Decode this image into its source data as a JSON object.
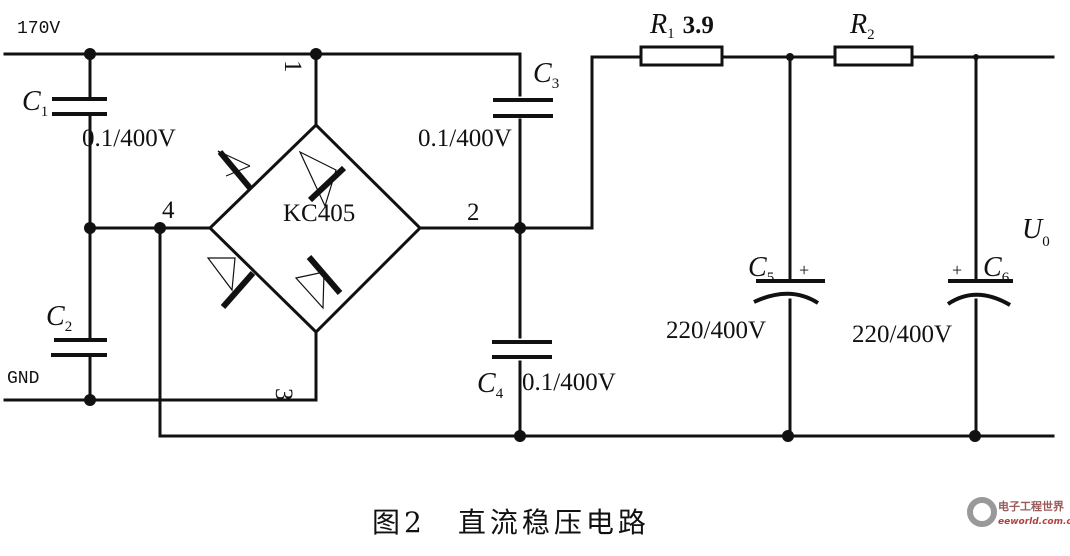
{
  "diagram": {
    "supply_label": "170V",
    "ground_label": "GND",
    "bridge": {
      "name": "KC405",
      "pins": [
        "1",
        "2",
        "3",
        "4"
      ]
    },
    "components": [
      {
        "ref": "C",
        "sub": "1",
        "value": "0.1/400V"
      },
      {
        "ref": "C",
        "sub": "2",
        "value": ""
      },
      {
        "ref": "C",
        "sub": "3",
        "value": "0.1/400V"
      },
      {
        "ref": "C",
        "sub": "4",
        "value": "0.1/400V"
      },
      {
        "ref": "C",
        "sub": "5",
        "value": "220/400V",
        "polarity": "+"
      },
      {
        "ref": "C",
        "sub": "6",
        "value": "220/400V",
        "polarity": "+"
      },
      {
        "ref": "R",
        "sub": "1",
        "value": "3.9"
      },
      {
        "ref": "R",
        "sub": "2",
        "value": ""
      }
    ],
    "output_label": {
      "ref": "U",
      "sub": "0"
    }
  },
  "caption": "图2　直流稳压电路",
  "watermark": {
    "line1": "电子工程世界",
    "line2": "eeworld.com.cn"
  },
  "colors": {
    "ink": "#111111",
    "background": "#ffffff"
  }
}
